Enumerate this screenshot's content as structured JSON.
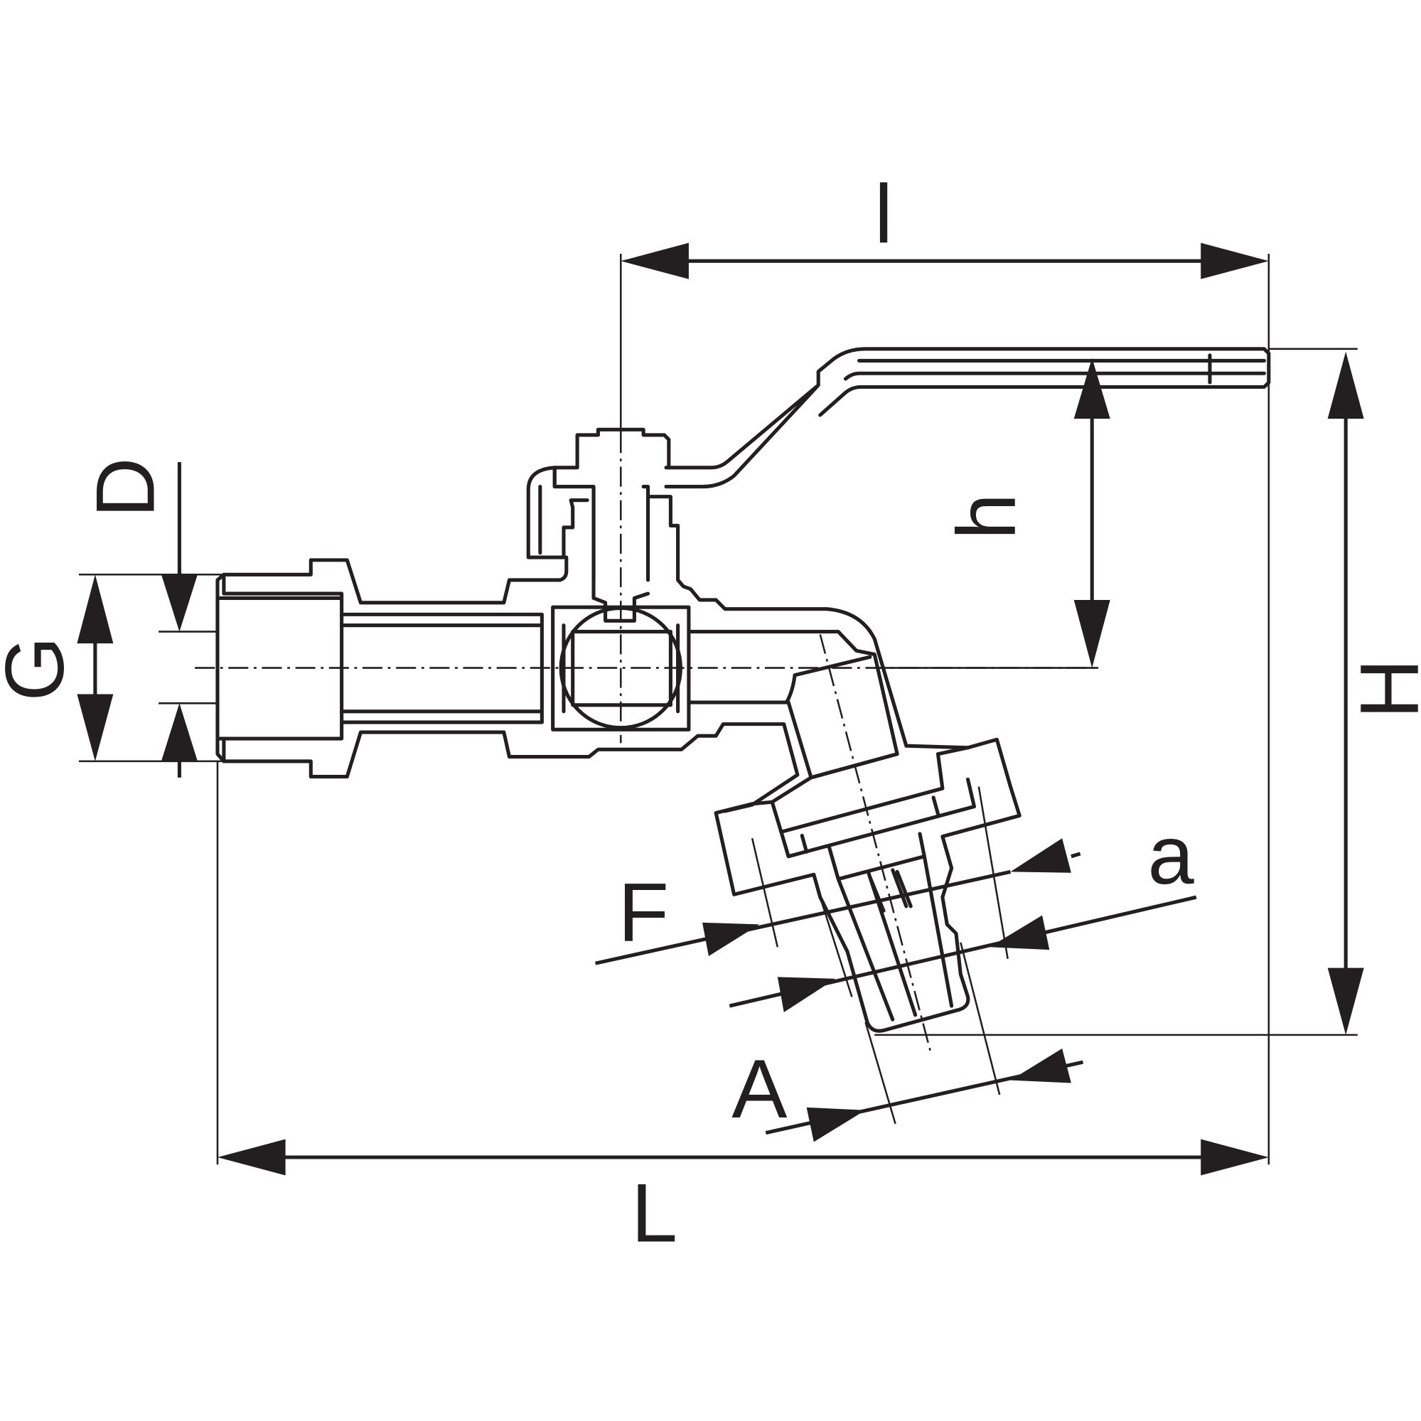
{
  "labels": {
    "l": "l",
    "h": "h",
    "H": "H",
    "D": "D",
    "G": "G",
    "F": "F",
    "a": "a",
    "A": "A",
    "L": "L"
  },
  "colors": {
    "line": "#231f20",
    "background": "#ffffff"
  }
}
